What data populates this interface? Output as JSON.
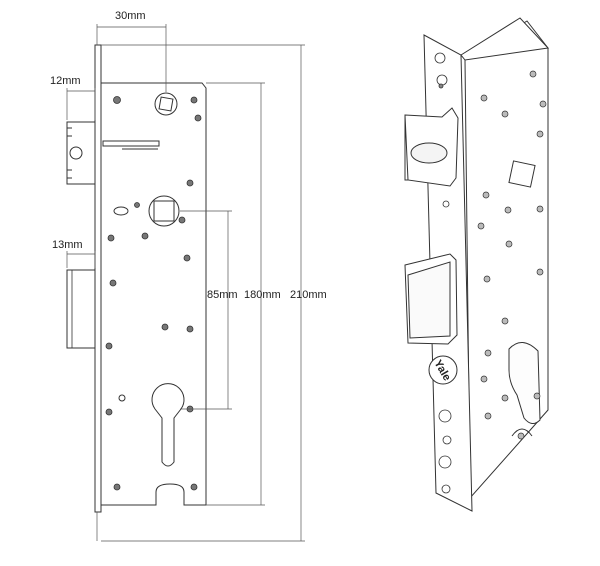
{
  "dimensions": {
    "top_width": "30mm",
    "latch_offset": "12mm",
    "bolt_offset": "13mm",
    "center_distance": "85mm",
    "plate_length": "180mm",
    "faceplate_length": "210mm"
  },
  "brand": {
    "logo_text": "Yale"
  },
  "colors": {
    "line": "#333333",
    "dim_line": "#555555",
    "background": "#ffffff"
  }
}
